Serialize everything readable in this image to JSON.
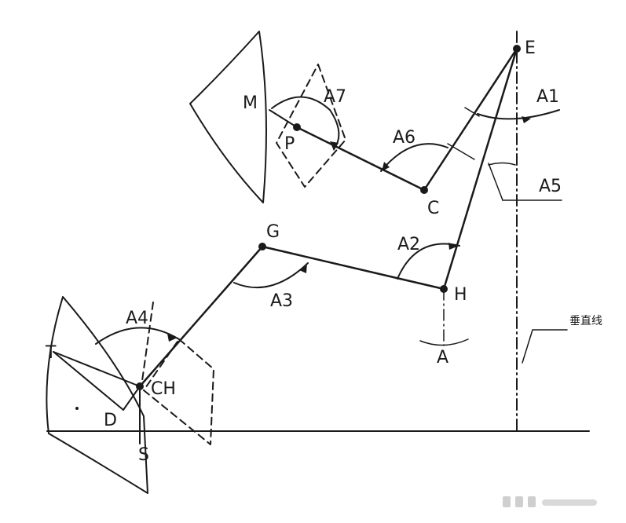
{
  "labels": {
    "E": "E",
    "C": "C",
    "G": "G",
    "H": "H",
    "M": "M",
    "P": "P",
    "CH": "CH",
    "D": "D",
    "S": "S",
    "T": "T",
    "A": "A",
    "A1": "A1",
    "A2": "A2",
    "A3": "A3",
    "A4": "A4",
    "A5": "A5",
    "A6": "A6",
    "A7": "A7",
    "vertical": "垂直线"
  },
  "watermark": {
    "color": "#b5b5b5"
  }
}
